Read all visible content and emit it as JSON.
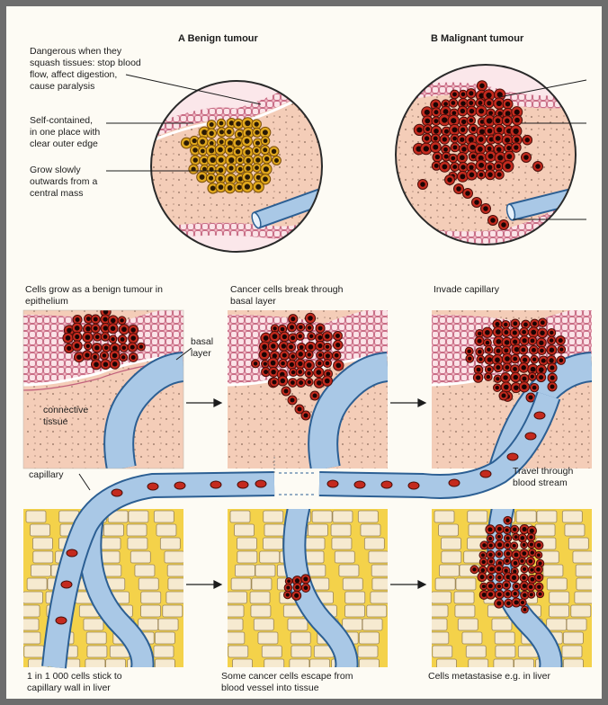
{
  "panel_a": {
    "title": "A  Benign tumour",
    "labels": [
      "Dangerous when they\nsquash tissues: stop blood\nflow, affect digestion,\ncause paralysis",
      "Self-contained,\nin one place with\nclear outer edge",
      "Grow slowly\noutwards from a\ncentral mass"
    ]
  },
  "panel_b": {
    "title": "B  Malignant tumour"
  },
  "stages": {
    "s1": "Cells grow as a benign tumour in\nepithelium",
    "s2": "Cancer cells break through\nbasal layer",
    "s3": "Invade capillary",
    "s4": "Travel through\nblood stream",
    "s5": "1 in 1 000 cells stick to\ncapillary wall in liver",
    "s6": "Some cancer cells escape from\nblood vessel into tissue",
    "s7": "Cells metastasise e.g. in liver"
  },
  "tissue_labels": {
    "basal": "basal\nlayer",
    "connective": "connective\ntissue",
    "capillary": "capillary"
  },
  "colors": {
    "tumour_red": "#c42a1e",
    "benign_yellow": "#e0a81e",
    "vessel_blue": "#a9c8e6",
    "connective_pink": "#f2c9b4",
    "epithelium_pink": "#d9859b",
    "liver_yellow": "#f4d24a",
    "liver_cell": "#f6ead0"
  }
}
